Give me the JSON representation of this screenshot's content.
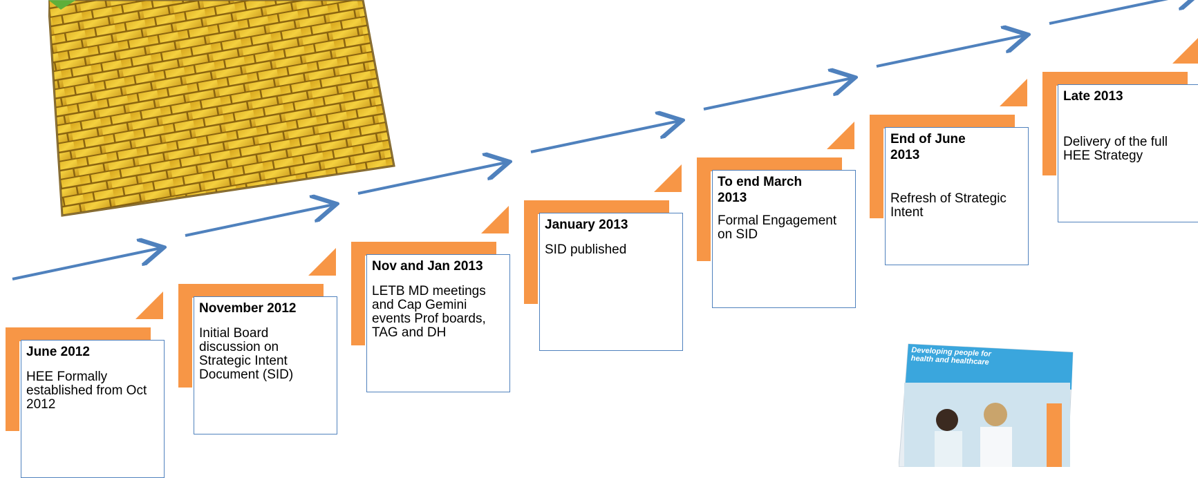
{
  "colors": {
    "accent": "#F79646",
    "arrow": "#4F81BD",
    "box_border": "#4F81BD"
  },
  "images": {
    "brick_road": "yellow-brick-road-picture",
    "brochure": "Developing people for health and healthcare",
    "brochure_icon": "brochure-cover-image"
  },
  "steps": [
    {
      "title": "June 2012",
      "desc": "HEE Formally established from Oct 2012"
    },
    {
      "title": "November 2012",
      "desc": "Initial Board discussion on Strategic Intent Document (SID)"
    },
    {
      "title": "Nov and Jan 2013",
      "desc": "LETB MD meetings and Cap Gemini events Prof boards, TAG and DH"
    },
    {
      "title": "January 2013",
      "desc": "SID published"
    },
    {
      "title": "To end March 2013",
      "desc": "Formal Engagement on SID"
    },
    {
      "title": "End of June 2013",
      "desc": "Refresh of Strategic Intent"
    },
    {
      "title": "Late 2013",
      "desc": "Delivery of the full HEE Strategy"
    }
  ]
}
